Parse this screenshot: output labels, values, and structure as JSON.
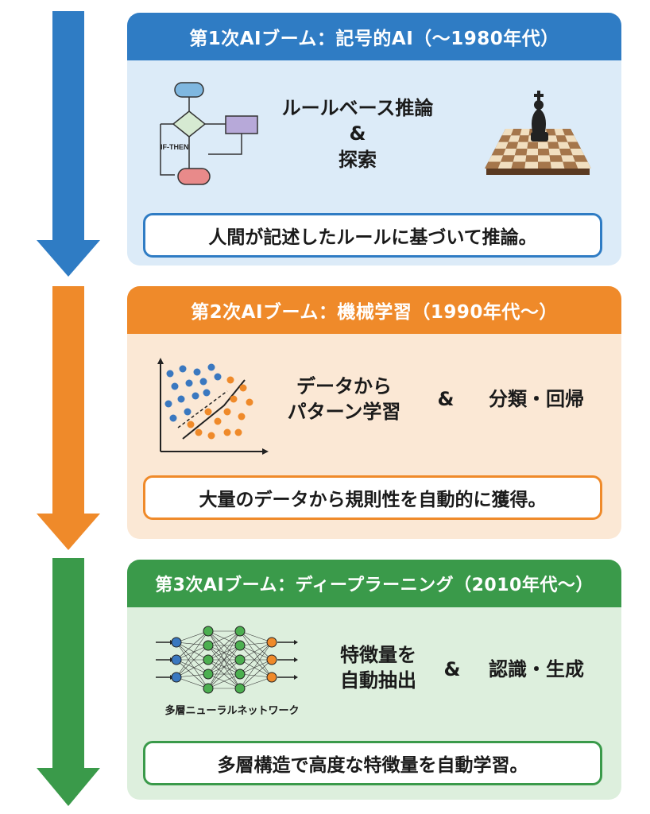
{
  "colors": {
    "blue": "#2f7cc4",
    "orange": "#ef8a2a",
    "green": "#3a9a4a",
    "blue_bg": "#dcebf8",
    "orange_bg": "#fbe8d5",
    "green_bg": "#ddefdd"
  },
  "booms": [
    {
      "title": "第1次AIブーム：記号的AI（〜1980年代）",
      "method_line1": "ルールベース推論",
      "method_amp": "&",
      "method_line2": "探索",
      "flowchart_label": "IF-THEN",
      "summary": "人間が記述したルールに基づいて推論。",
      "icons": [
        "flowchart-icon",
        "chess-king-icon"
      ]
    },
    {
      "title": "第2次AIブーム：機械学習（1990年代〜）",
      "method_line1": "データから",
      "method_line2": "パターン学習",
      "amp": "&",
      "result": "分類・回帰",
      "summary": "大量のデータから規則性を自動的に獲得。",
      "icons": [
        "scatter-plot-icon"
      ]
    },
    {
      "title": "第3次AIブーム：ディープラーニング（2010年代〜）",
      "method_line1": "特徴量を",
      "method_line2": "自動抽出",
      "amp": "&",
      "result": "認識・生成",
      "network_label": "多層ニューラルネットワーク",
      "summary": "多層構造で高度な特徴量を自動学習。",
      "icons": [
        "neural-network-icon"
      ]
    }
  ]
}
